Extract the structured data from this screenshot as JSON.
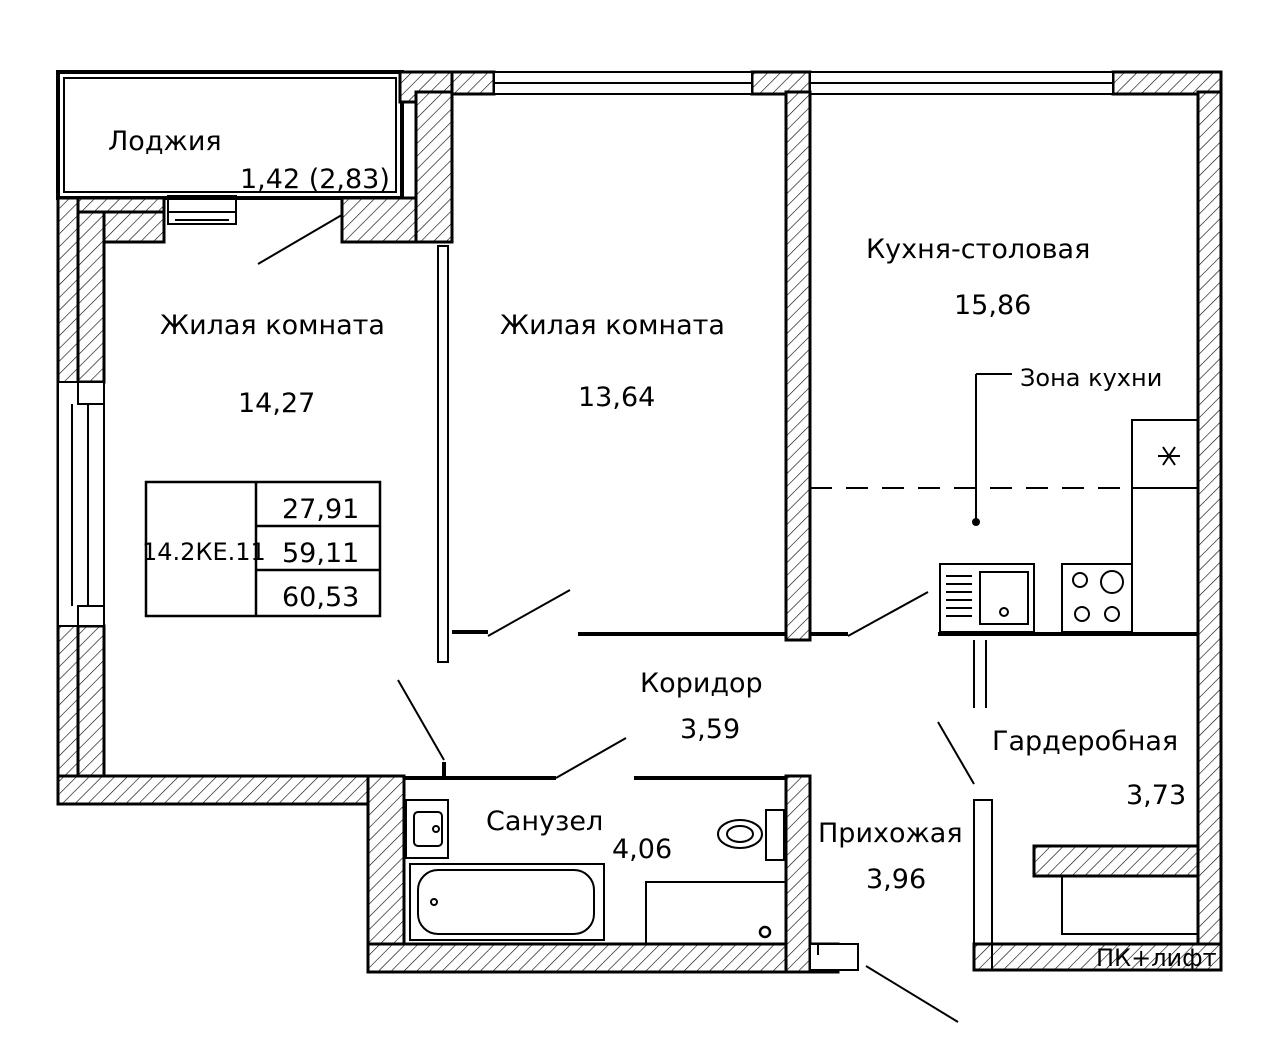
{
  "rooms": {
    "loggia": {
      "name": "Лоджия",
      "area": "1,42 (2,83)"
    },
    "living_left": {
      "name": "Жилая комната",
      "area": "14,27"
    },
    "living_middle": {
      "name": "Жилая комната",
      "area": "13,64"
    },
    "kitchen": {
      "name": "Кухня-столовая",
      "area": "15,86",
      "zone_label": "Зона кухни"
    },
    "corridor": {
      "name": "Коридор",
      "area": "3,59"
    },
    "bathroom": {
      "name": "Санузел",
      "area": "4,06"
    },
    "hallway": {
      "name": "Прихожая",
      "area": "3,96"
    },
    "wardrobe": {
      "name": "Гардеробная",
      "area": "3,73"
    }
  },
  "apartment_table": {
    "code": "14.2КЕ.11",
    "living_area": "27,91",
    "total_area": "59,11",
    "total_area_with_loggia": "60,53"
  },
  "utility_label": "ПК+лифт",
  "colors": {
    "line": "#000000",
    "background": "#ffffff"
  }
}
